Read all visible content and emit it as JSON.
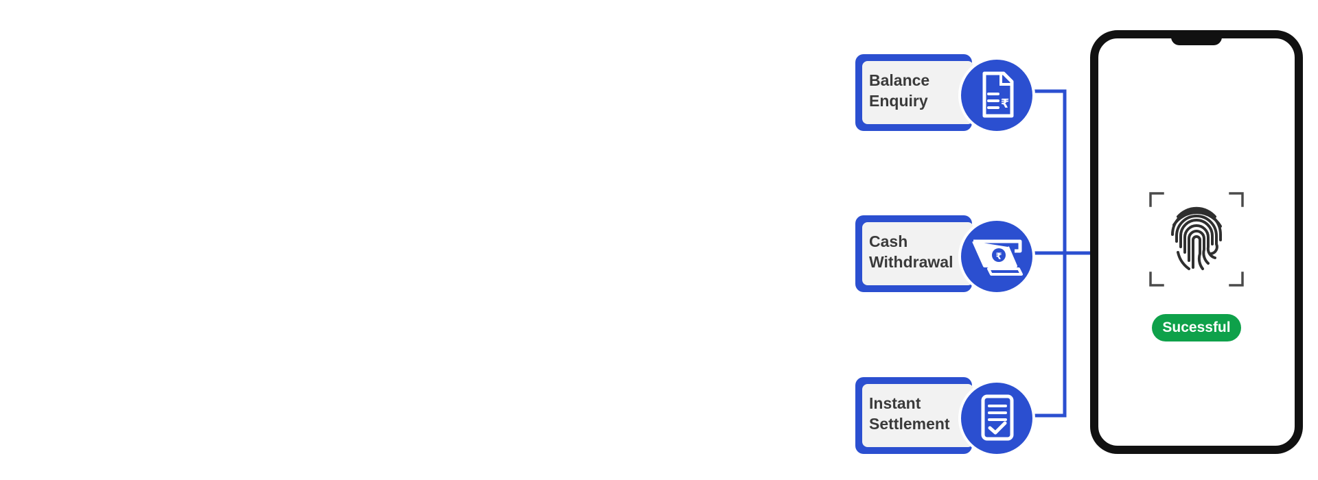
{
  "colors": {
    "accent_blue": "#2b4fd0",
    "card_fill": "#f2f2f2",
    "label_text": "#3a3a3a",
    "phone_frame": "#111111",
    "success_green": "#0ea14a"
  },
  "services": [
    {
      "line1": "Balance",
      "line2": "Enquiry",
      "icon": "rupee-document-icon"
    },
    {
      "line1": "Cash",
      "line2": "Withdrawal",
      "icon": "cash-dispense-icon"
    },
    {
      "line1": "Instant",
      "line2": "Settlement",
      "icon": "checklist-clipboard-icon"
    }
  ],
  "phone": {
    "scanner_icon": "fingerprint-icon",
    "status": "Sucessful"
  }
}
